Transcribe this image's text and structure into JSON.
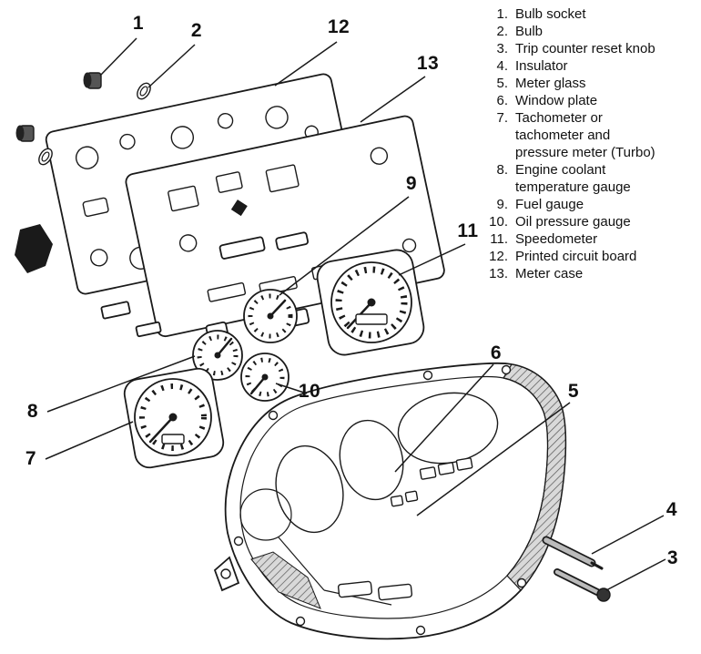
{
  "colors": {
    "ink": "#1a1a1a",
    "paper": "#ffffff",
    "shade": "#c9c9c9"
  },
  "legend": {
    "items": [
      {
        "num": "1.",
        "label": "Bulb socket"
      },
      {
        "num": "2.",
        "label": "Bulb"
      },
      {
        "num": "3.",
        "label": "Trip counter reset knob"
      },
      {
        "num": "4.",
        "label": "Insulator"
      },
      {
        "num": "5.",
        "label": "Meter glass"
      },
      {
        "num": "6.",
        "label": "Window plate"
      },
      {
        "num": "7.",
        "label": "Tachometer or tachometer and pressure meter (Turbo)"
      },
      {
        "num": "8.",
        "label": "Engine coolant temperature gauge"
      },
      {
        "num": "9.",
        "label": "Fuel gauge"
      },
      {
        "num": "10.",
        "label": "Oil pressure gauge"
      },
      {
        "num": "11.",
        "label": "Speedometer"
      },
      {
        "num": "12.",
        "label": "Printed circuit board"
      },
      {
        "num": "13.",
        "label": "Meter case"
      }
    ]
  },
  "callouts": {
    "c1": "1",
    "c2": "2",
    "c3": "3",
    "c4": "4",
    "c5": "5",
    "c6": "6",
    "c7": "7",
    "c8": "8",
    "c9": "9",
    "c10": "10",
    "c11": "11",
    "c12": "12",
    "c13": "13"
  }
}
